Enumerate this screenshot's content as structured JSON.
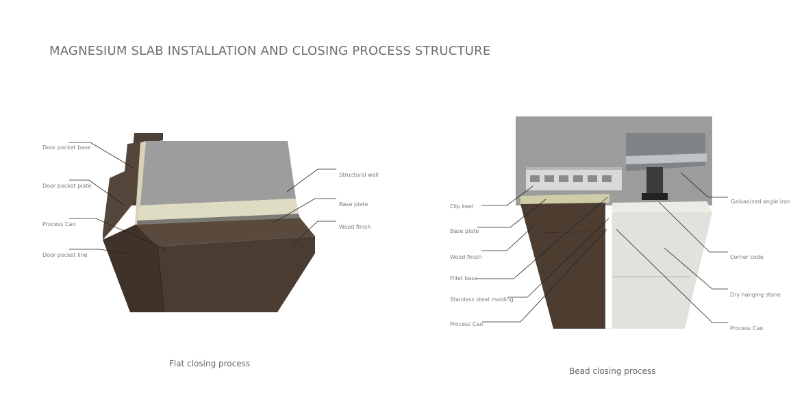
{
  "title": "MAGNESIUM SLAB INSTALLATION AND CLOSING PROCESS STRUCTURE",
  "flat": {
    "caption": "Flat closing process",
    "labels_left": [
      "Door pocket base",
      "Door pocket plate",
      "Process Cao",
      "Door pocket line"
    ],
    "labels_right": [
      "Structural wall",
      "Base plate",
      "Wood finish"
    ]
  },
  "bead": {
    "caption": "Bead closing process",
    "labels_left": [
      "Clip keel",
      "Base plate",
      "Wood finish",
      "Fillet base",
      "Stainless steel molding",
      "Process Cao"
    ],
    "labels_right": [
      "Galvanized angle iron",
      "Corner code",
      "Dry hanging stone",
      "Process Cao"
    ]
  },
  "colors": {
    "wood": "#4a3b30",
    "stone": "#e6e4df",
    "concrete": "#9a9a9a",
    "base_plate": "#dcdcc0",
    "leader": "#222222"
  }
}
